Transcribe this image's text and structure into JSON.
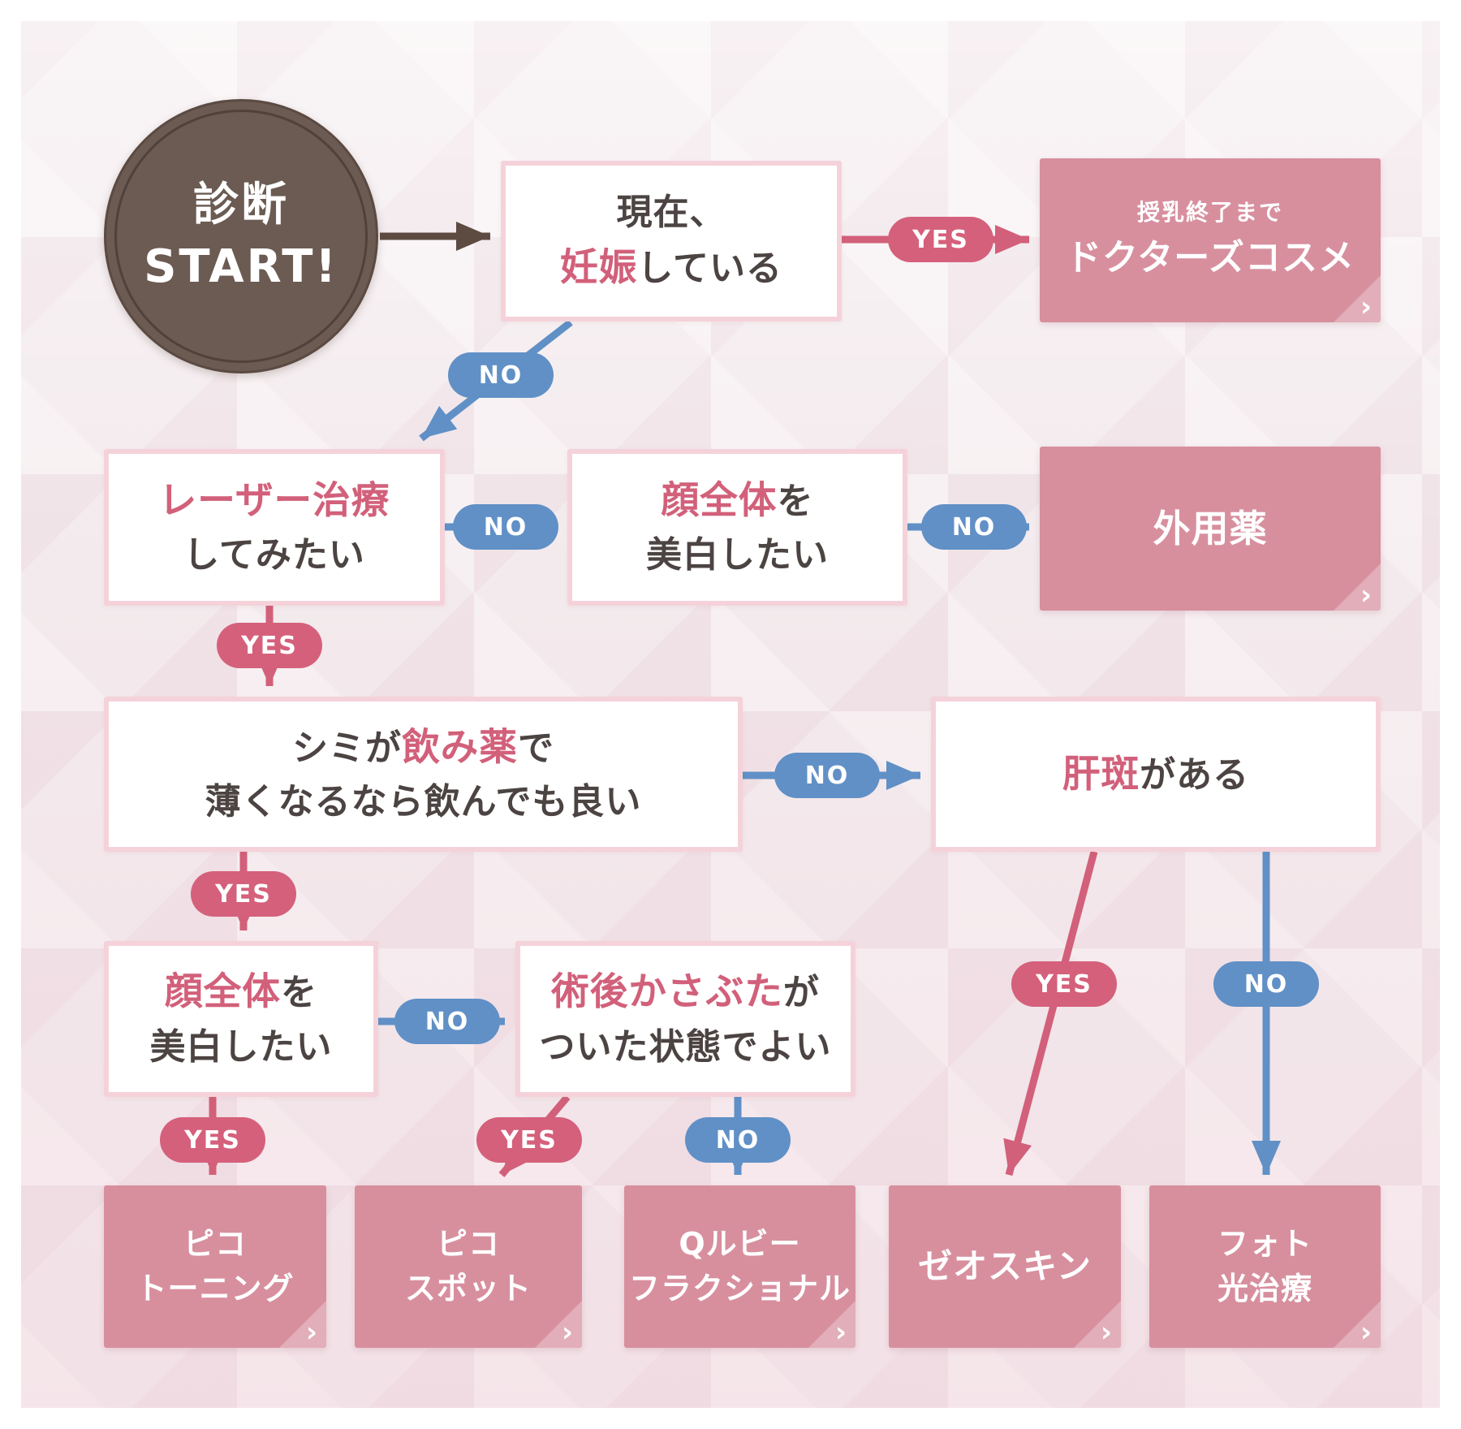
{
  "labels": {
    "yes": "YES",
    "no": "NO"
  },
  "icons": {
    "chevron": "›"
  },
  "colors": {
    "accent_pink": "#d2607a",
    "no_blue": "#6090c6",
    "result_bg": "#d78f9e",
    "start_brown": "#6b5b52",
    "background": "#f3eaed"
  },
  "start": {
    "line1": "診断",
    "line2": "START!"
  },
  "nodes": {
    "pregnant": {
      "line1": "現在、",
      "accent": "妊娠",
      "after": "している"
    },
    "doctors_cosme": {
      "note": "授乳終了まで",
      "title": "ドクターズコスメ"
    },
    "laser": {
      "accent": "レーザー治療",
      "line2": "してみたい"
    },
    "whiten_face_top": {
      "accent": "顔全体",
      "after": "を",
      "line2": "美白したい"
    },
    "topical_medicine": {
      "title": "外用薬"
    },
    "oral_medicine": {
      "before": "シミが",
      "accent": "飲み薬",
      "after": "で",
      "line2": "薄くなるなら飲んでも良い"
    },
    "melasma": {
      "accent": "肝斑",
      "after": "がある"
    },
    "whiten_face_bottom": {
      "accent": "顔全体",
      "after": "を",
      "line2": "美白したい"
    },
    "scab": {
      "accent": "術後かさぶた",
      "after": "が",
      "line2": "ついた状態でよい"
    },
    "pico_toning": {
      "line1": "ピコ",
      "line2": "トーニング"
    },
    "pico_spot": {
      "line1": "ピコ",
      "line2": "スポット"
    },
    "q_ruby_fractional": {
      "line1": "Qルビー",
      "line2": "フラクショナル"
    },
    "zo_skin": {
      "title": "ゼオスキン"
    },
    "photo_therapy": {
      "line1": "フォト",
      "line2": "光治療"
    }
  }
}
